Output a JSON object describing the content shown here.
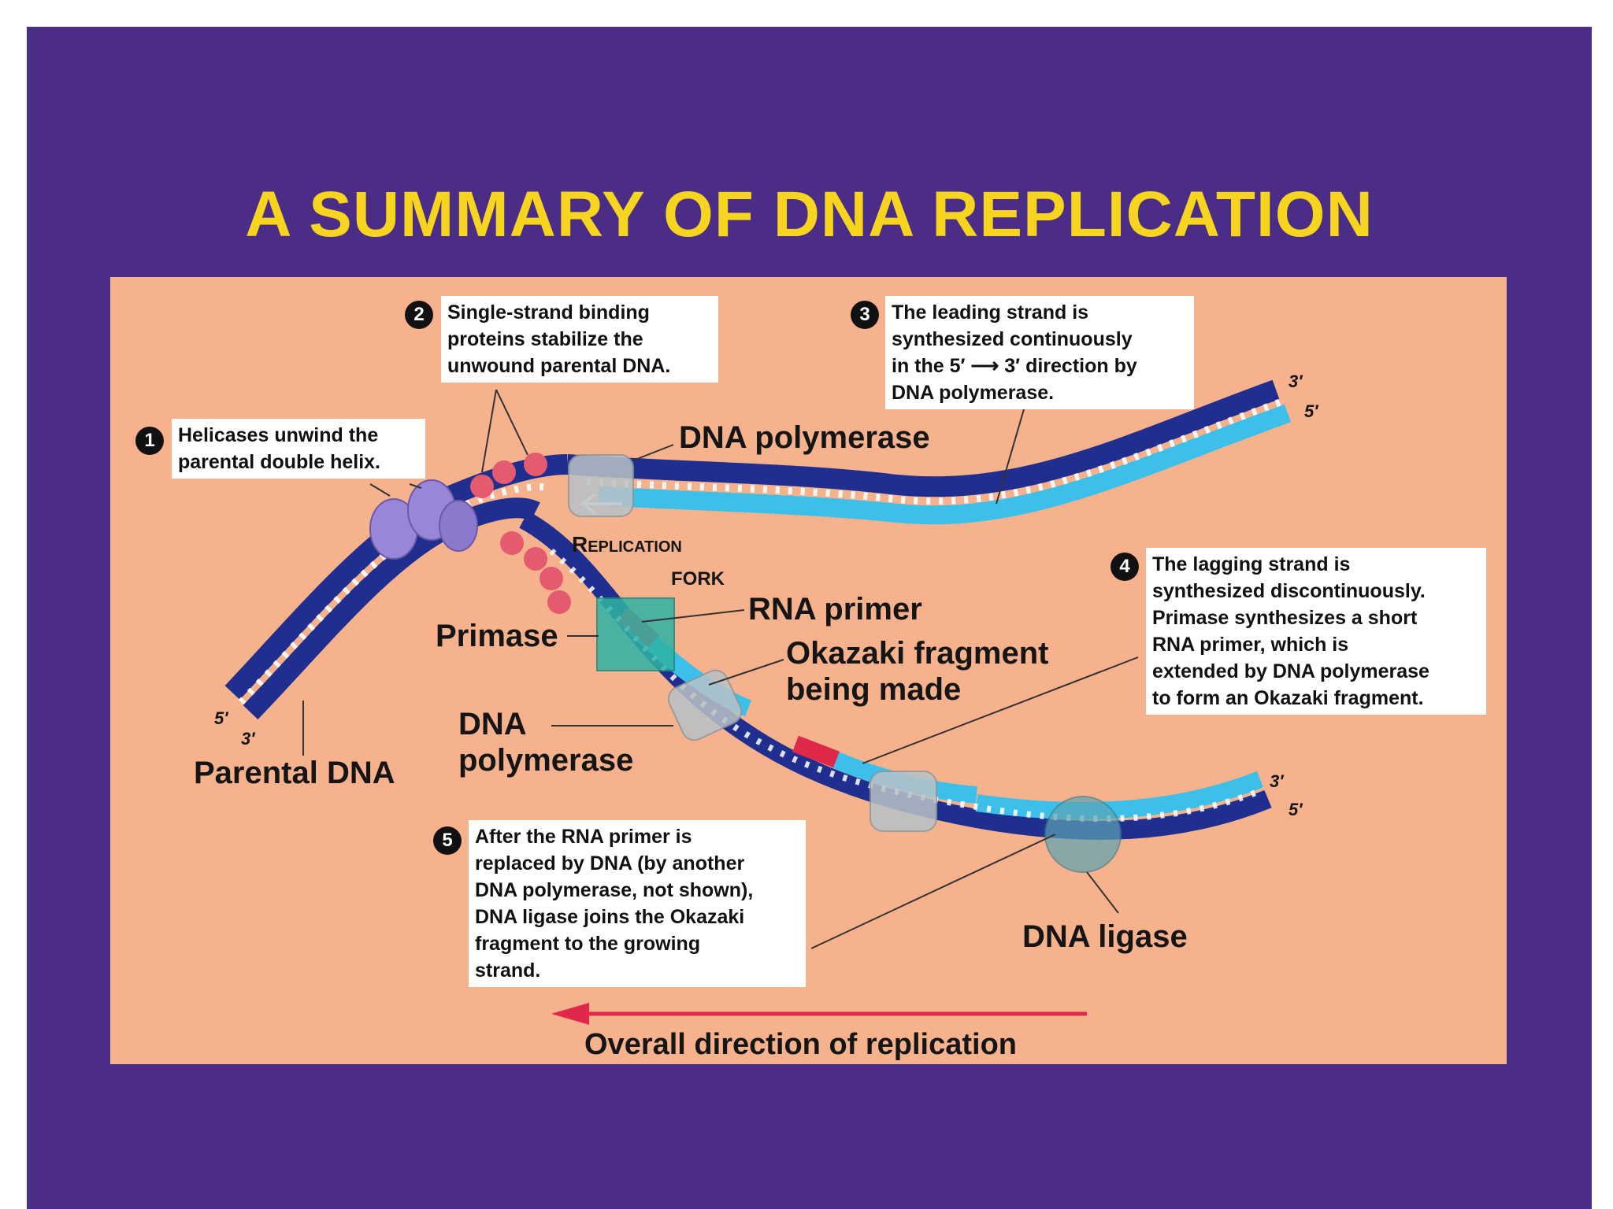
{
  "title": "A SUMMARY OF DNA REPLICATION",
  "colors": {
    "background": "#4b2d87",
    "title": "#f7d41d",
    "panel": "#f5b28d",
    "parental_strand": "#1f2e8f",
    "new_strand": "#3cc0ea",
    "rna_primer": "#e0284a",
    "helicase": "#9a86d8",
    "ssb": "#e45a6e",
    "primase": "#2fb3a4",
    "polymerase": "#b9c2c6",
    "arrow": "#e0284a"
  },
  "callouts": [
    {
      "num": "1",
      "lines": [
        "Helicases unwind the",
        "parental double helix."
      ]
    },
    {
      "num": "2",
      "lines": [
        "Single-strand binding",
        "proteins stabilize the",
        "unwound parental DNA."
      ]
    },
    {
      "num": "3",
      "lines": [
        "The leading strand is",
        "synthesized continuously",
        "in the 5′ ⟶ 3′ direction by",
        "DNA polymerase."
      ]
    },
    {
      "num": "4",
      "lines": [
        "The lagging strand is",
        "synthesized discontinuously.",
        "Primase synthesizes a short",
        "RNA primer, which is",
        "extended by DNA polymerase",
        "to form an Okazaki fragment."
      ]
    },
    {
      "num": "5",
      "lines": [
        "After the RNA primer is",
        "replaced by DNA (by another",
        "DNA polymerase, not shown),",
        "DNA ligase joins the Okazaki",
        "fragment to the growing",
        "strand."
      ]
    }
  ],
  "labels": {
    "dna_polymerase_top": "DNA polymerase",
    "replication_fork_1": "Replication",
    "replication_fork_2": "FORK",
    "rna_primer": "RNA primer",
    "primase": "Primase",
    "okazaki_1": "Okazaki fragment",
    "okazaki_2": "being made",
    "dna_polymerase_low_1": "DNA",
    "dna_polymerase_low_2": "polymerase",
    "parental_dna": "Parental DNA",
    "dna_ligase": "DNA ligase",
    "overall_direction": "Overall direction of replication"
  },
  "ends": {
    "left_5": "5′",
    "left_3": "3′",
    "top_3": "3′",
    "top_5": "5′",
    "bottom_3": "3′",
    "bottom_5": "5′"
  }
}
